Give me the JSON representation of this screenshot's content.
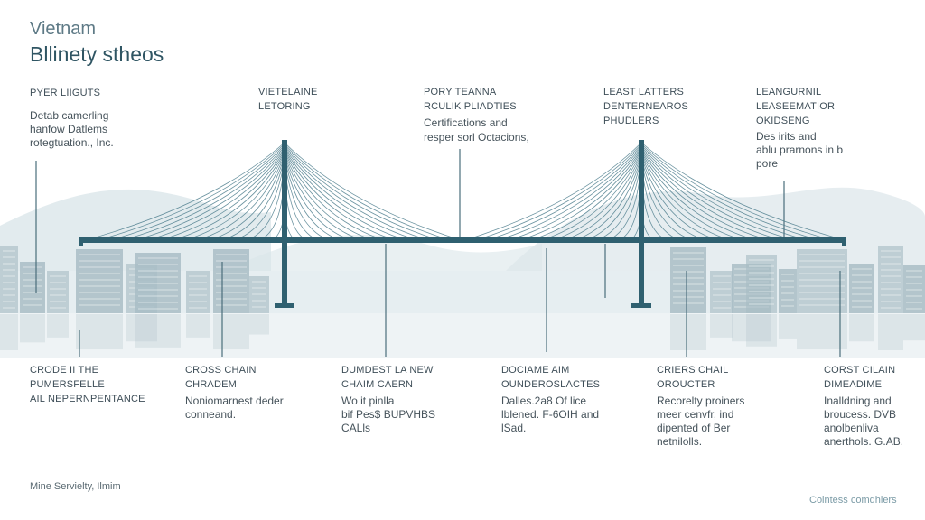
{
  "title": {
    "line1": "Vietnam",
    "line2": "Bllinety stheos"
  },
  "top_labels": [
    {
      "head": [
        "PYER LIIGUTS"
      ],
      "body": [
        "Detab camerling",
        "hanfow Datlems",
        "rotegtuation., Inc."
      ]
    },
    {
      "head": [
        "VIETELAINE",
        "LETORING"
      ],
      "body": []
    },
    {
      "head": [
        "PORY TEANNA",
        "RCULIK PLIADTIES"
      ],
      "body": [
        "Certifications and",
        "resper sorl Octacions,"
      ]
    },
    {
      "head": [
        "LEAST LATTERS",
        "DENTERNEAROS",
        "PHUDLERS"
      ],
      "body": []
    },
    {
      "head": [
        "LEANGURNIL",
        "LEASEEMATIOR",
        "OKIDSENG"
      ],
      "body": [
        "Des irits and",
        "ablu prarnons in b",
        "pore"
      ]
    }
  ],
  "bottom_labels": [
    {
      "head": [
        "CRODE II THE",
        "PUMERSFELLE",
        "AIL NEPERNPENTANCE"
      ],
      "body": []
    },
    {
      "head": [
        "CROSS CHAIN",
        "CHRADEM"
      ],
      "body": [
        "Noniomarnest deder",
        "conneand."
      ]
    },
    {
      "head": [
        "DUMDEST LA NEW",
        "CHAIM CAERN"
      ],
      "body": [
        "Wo it pinlla",
        "bif Pes$ BUPVHBS",
        "CALls"
      ]
    },
    {
      "head": [
        "DOCIAME AIM",
        "OUNDEROSLACTES"
      ],
      "body": [
        "Dalles.2a8 Of lice",
        "lblened. F-6OIH and",
        "lSad."
      ]
    },
    {
      "head": [
        "CRIERS CHAIL",
        "OROUCTER"
      ],
      "body": [
        "Recorelty proiners",
        "meer cenvfr, ind",
        "dipented of Ber",
        "netnilolls."
      ]
    },
    {
      "head": [
        "CORST CILAIN",
        "DIMEADIME"
      ],
      "body": [
        "Inalldning and",
        "broucess. DVB",
        "anolbenliva",
        "anerthols. G.AB."
      ]
    }
  ],
  "footer": {
    "left": "Mine Servielty, Ilmim",
    "right": "Cointess comdhiers"
  },
  "colors": {
    "bridge": "#2f6070",
    "cable": "#4f7f8e",
    "hill": "#dbe6ea",
    "building": "#a9bdc5",
    "leader": "#4a6e7b"
  }
}
